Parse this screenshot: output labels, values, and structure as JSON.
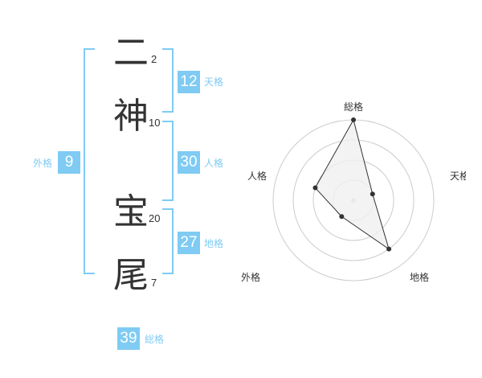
{
  "name": {
    "characters": [
      {
        "char": "二",
        "strokes": "2"
      },
      {
        "char": "神",
        "strokes": "10"
      },
      {
        "char": "宝",
        "strokes": "20"
      },
      {
        "char": "尾",
        "strokes": "7"
      }
    ]
  },
  "kaku": {
    "tenkaku": {
      "value": "12",
      "label": "天格"
    },
    "jinkaku": {
      "value": "30",
      "label": "人格"
    },
    "chikaku": {
      "value": "27",
      "label": "地格"
    },
    "gaikaku": {
      "value": "9",
      "label": "外格"
    },
    "soukaku": {
      "value": "39",
      "label": "総格"
    }
  },
  "chart_data": {
    "type": "radar",
    "axes": [
      "総格",
      "天格",
      "地格",
      "外格",
      "人格"
    ],
    "values": [
      4,
      1,
      3,
      1,
      2
    ],
    "rings": 4,
    "rmax": 4,
    "colors": {
      "fill": "#f0f0f0",
      "line": "#333333",
      "grid": "#cccccc",
      "center": "#cccccc"
    }
  }
}
